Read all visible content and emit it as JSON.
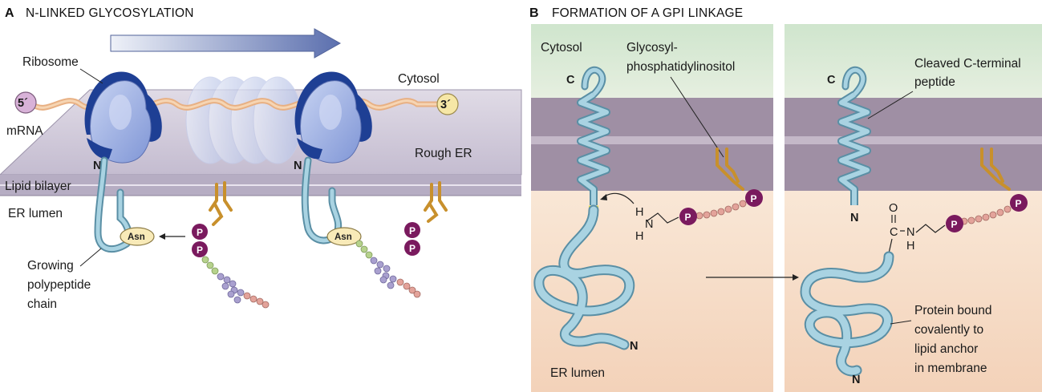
{
  "panel_a": {
    "letter": "A",
    "title": "N-LINKED GLYCOSYLATION",
    "labels": {
      "ribosome": "Ribosome",
      "cytosol": "Cytosol",
      "five_prime": "5´",
      "three_prime": "3´",
      "mrna": "mRNA",
      "rough_er": "Rough ER",
      "lipid_bilayer": "Lipid bilayer",
      "er_lumen": "ER lumen",
      "asn": "Asn",
      "n_terminus": "N",
      "growing_chain_1": "Growing",
      "growing_chain_2": "polypeptide",
      "growing_chain_3": "chain",
      "phosphate": "P"
    }
  },
  "panel_b": {
    "letter": "B",
    "title": "FORMATION OF A GPI LINKAGE",
    "labels": {
      "cytosol": "Cytosol",
      "gpi_1": "Glycosyl-",
      "gpi_2": "phosphatidylinositol",
      "c_terminus": "C",
      "n_terminus": "N",
      "er_lumen": "ER lumen",
      "h": "H",
      "amine_n": "N",
      "phosphate": "P",
      "cleaved_1": "Cleaved C-terminal",
      "cleaved_2": "peptide",
      "carbonyl_o": "O",
      "carbon": "C",
      "protein_1": "Protein bound",
      "protein_2": "covalently to",
      "protein_3": "lipid anchor",
      "protein_4": "in membrane"
    }
  },
  "colors": {
    "ribosome_light": "#a9b8e8",
    "ribosome_dark": "#1e3f94",
    "mrna": "#f2c49a",
    "er_membrane": "#c9c2d3",
    "polypeptide": "#8fc3d6",
    "phosphate": "#7a1a5e",
    "lipid": "#c8902c",
    "cytosol_bg": "#dcebd8",
    "membrane_bg": "#9f8fa4",
    "lumen_bg": "#f6dcc6",
    "cap_5": "#d8b2d8",
    "cap_3": "#f6e7a6"
  }
}
